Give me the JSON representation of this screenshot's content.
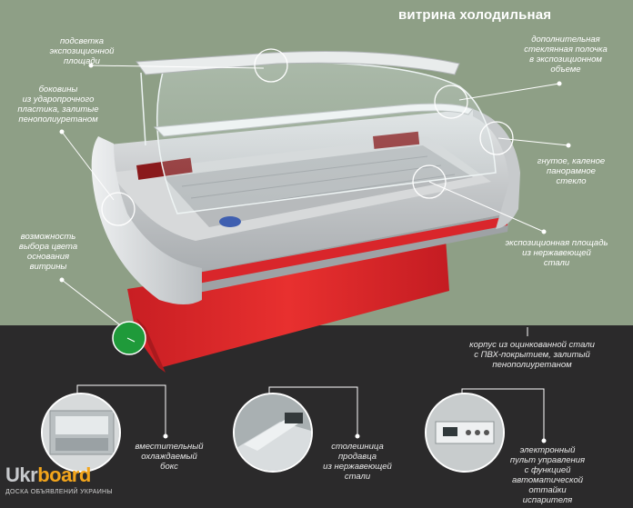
{
  "title": "витрина холодильная",
  "labels": {
    "backlight": "подсветка\nэкспозиционной\nплощади",
    "sides": "боковины\nиз ударопрочного\nпластика, залитые\nпенополиуретаном",
    "color_choice": "возможность\nвыбора цвета\nоснования\nвитрины",
    "glass_shelf": "дополнительная\nстеклянная полочка\nв экспозиционном\nобъеме",
    "curved_glass": "гнутое, каленое\nпанорамное\nстекло",
    "display_area": "экспозиционная площадь\nиз нержавеющей\nстали",
    "body": "корпус из оцинкованной стали\nс ПВХ-покрытием, залитый\nпенополиуретаном",
    "storage_box": "вместительный\nохлаждаемый\nбокс",
    "countertop": "столешница\nпродавца\nиз нержавеющей\nстали",
    "control_panel": "электронный\nпульт управления\nс функцией\nавтоматической\nоттайки\nиспарителя"
  },
  "logo": {
    "main_a": "Ukr",
    "main_b": "board",
    "sub": "ДОСКА ОБЪЯВЛЕНИЙ УКРАИНЫ"
  },
  "colors": {
    "background_top": "#8e9f86",
    "background_bottom": "#2b2a2b",
    "base_red": "#e3262b",
    "body_gray": "#c8cbcc",
    "accent_green": "#1f9a3a"
  }
}
